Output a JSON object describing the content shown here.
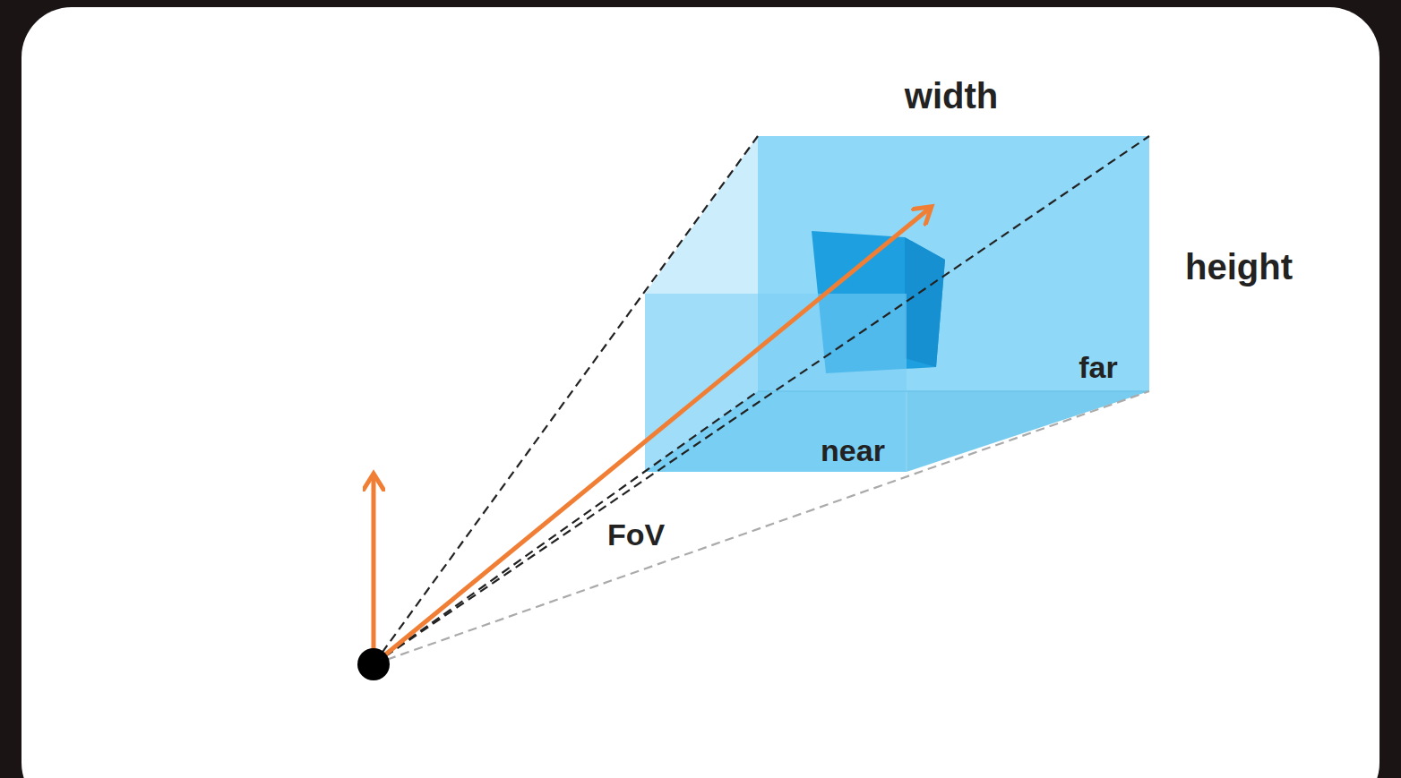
{
  "diagram": {
    "labels": [
      "width",
      "height",
      "far",
      "near",
      "FoV"
    ]
  }
}
